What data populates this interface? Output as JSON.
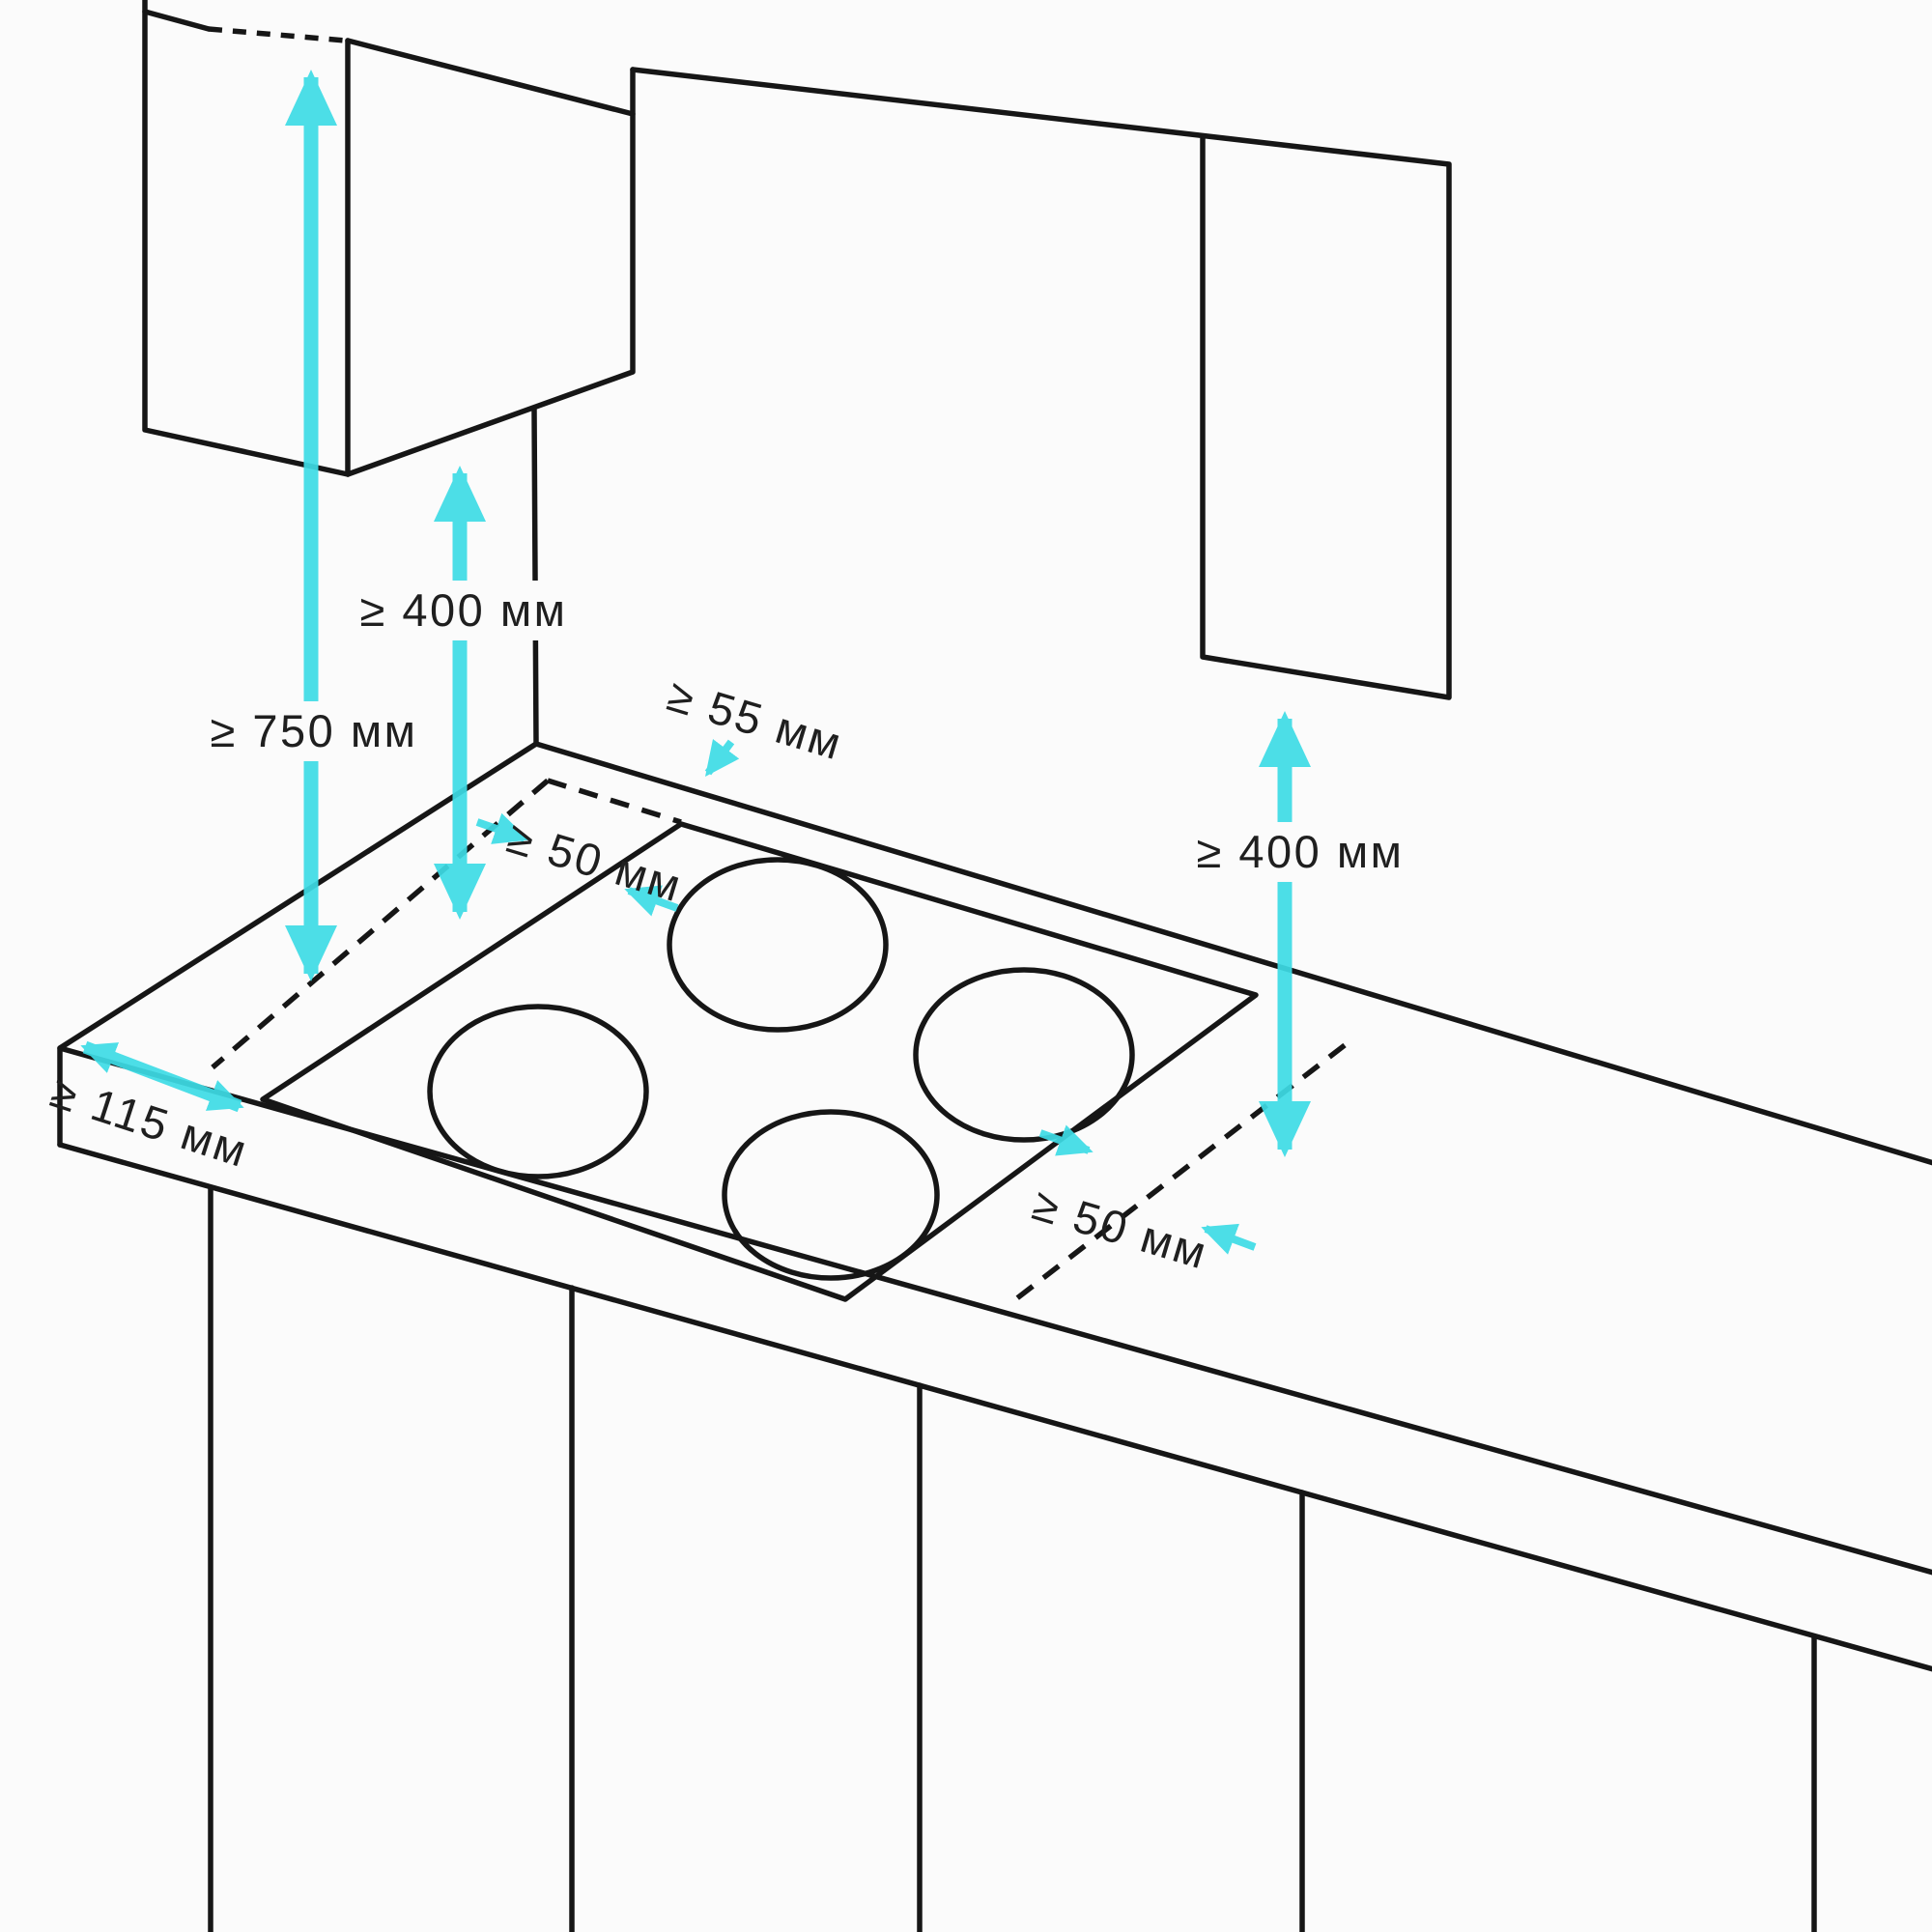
{
  "diagram": {
    "background_color": "#fbfbfb",
    "line_color": "#161616",
    "accent_color": "#3edce6",
    "text_color": "#1f1f1f",
    "burner_count": 4,
    "labels": {
      "hood_clearance": "≥ 750 мм",
      "left_cabinet_clearance": "≥ 400 мм",
      "rear_clearance": "≥ 55 мм",
      "cutout_rear_gap": "≥ 50 мм",
      "right_cabinet_clearance": "≥ 400 мм",
      "side_edge_distance": "≥ 115 мм",
      "cutout_front_gap": "≥ 50 мм"
    }
  }
}
